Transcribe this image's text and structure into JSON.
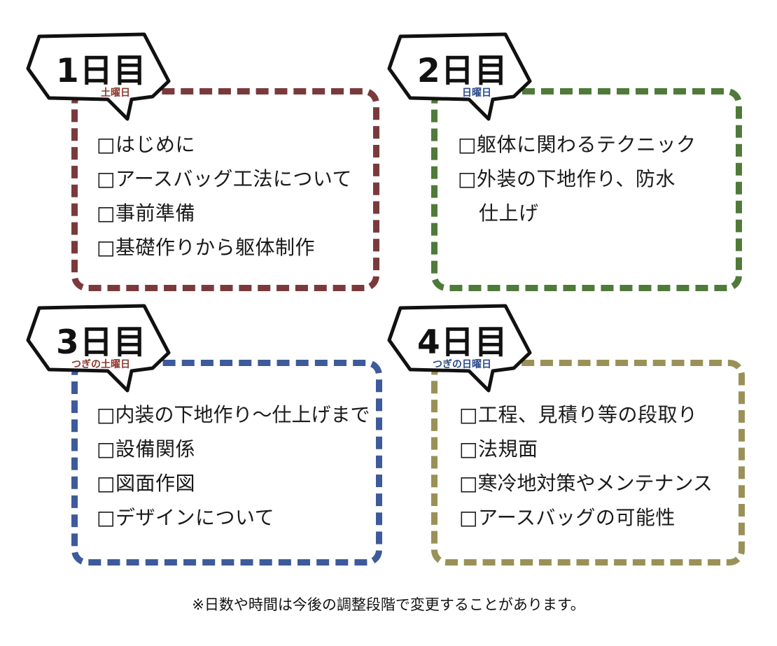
{
  "days": [
    {
      "title": "1日目",
      "subtitle": "土曜日",
      "color": "#7a3a3c",
      "sub_color": "#8b3a2e",
      "items": [
        "□はじめに",
        "□アースバッグ工法について",
        "□事前準備",
        "□基礎作りから躯体制作"
      ]
    },
    {
      "title": "2日目",
      "subtitle": "日曜日",
      "color": "#4f7a3a",
      "sub_color": "#2b4a8a",
      "items": [
        "□躯体に関わるテクニック",
        "□外装の下地作り、防水",
        "仕上げ"
      ]
    },
    {
      "title": "3日目",
      "subtitle": "つぎの土曜日",
      "color": "#3d5a9a",
      "sub_color": "#8b3a2e",
      "items": [
        "□内装の下地作り〜仕上げまで",
        "□設備関係",
        "□図面作図",
        "□デザインについて"
      ]
    },
    {
      "title": "4日目",
      "subtitle": "つぎの日曜日",
      "color": "#9a9158",
      "sub_color": "#2b4a8a",
      "items": [
        "□工程、見積り等の段取り",
        "□法規面",
        "□寒冷地対策やメンテナンス",
        "□アースバッグの可能性"
      ]
    }
  ],
  "footnote": "※日数や時間は今後の調整段階で変更することがあります。"
}
